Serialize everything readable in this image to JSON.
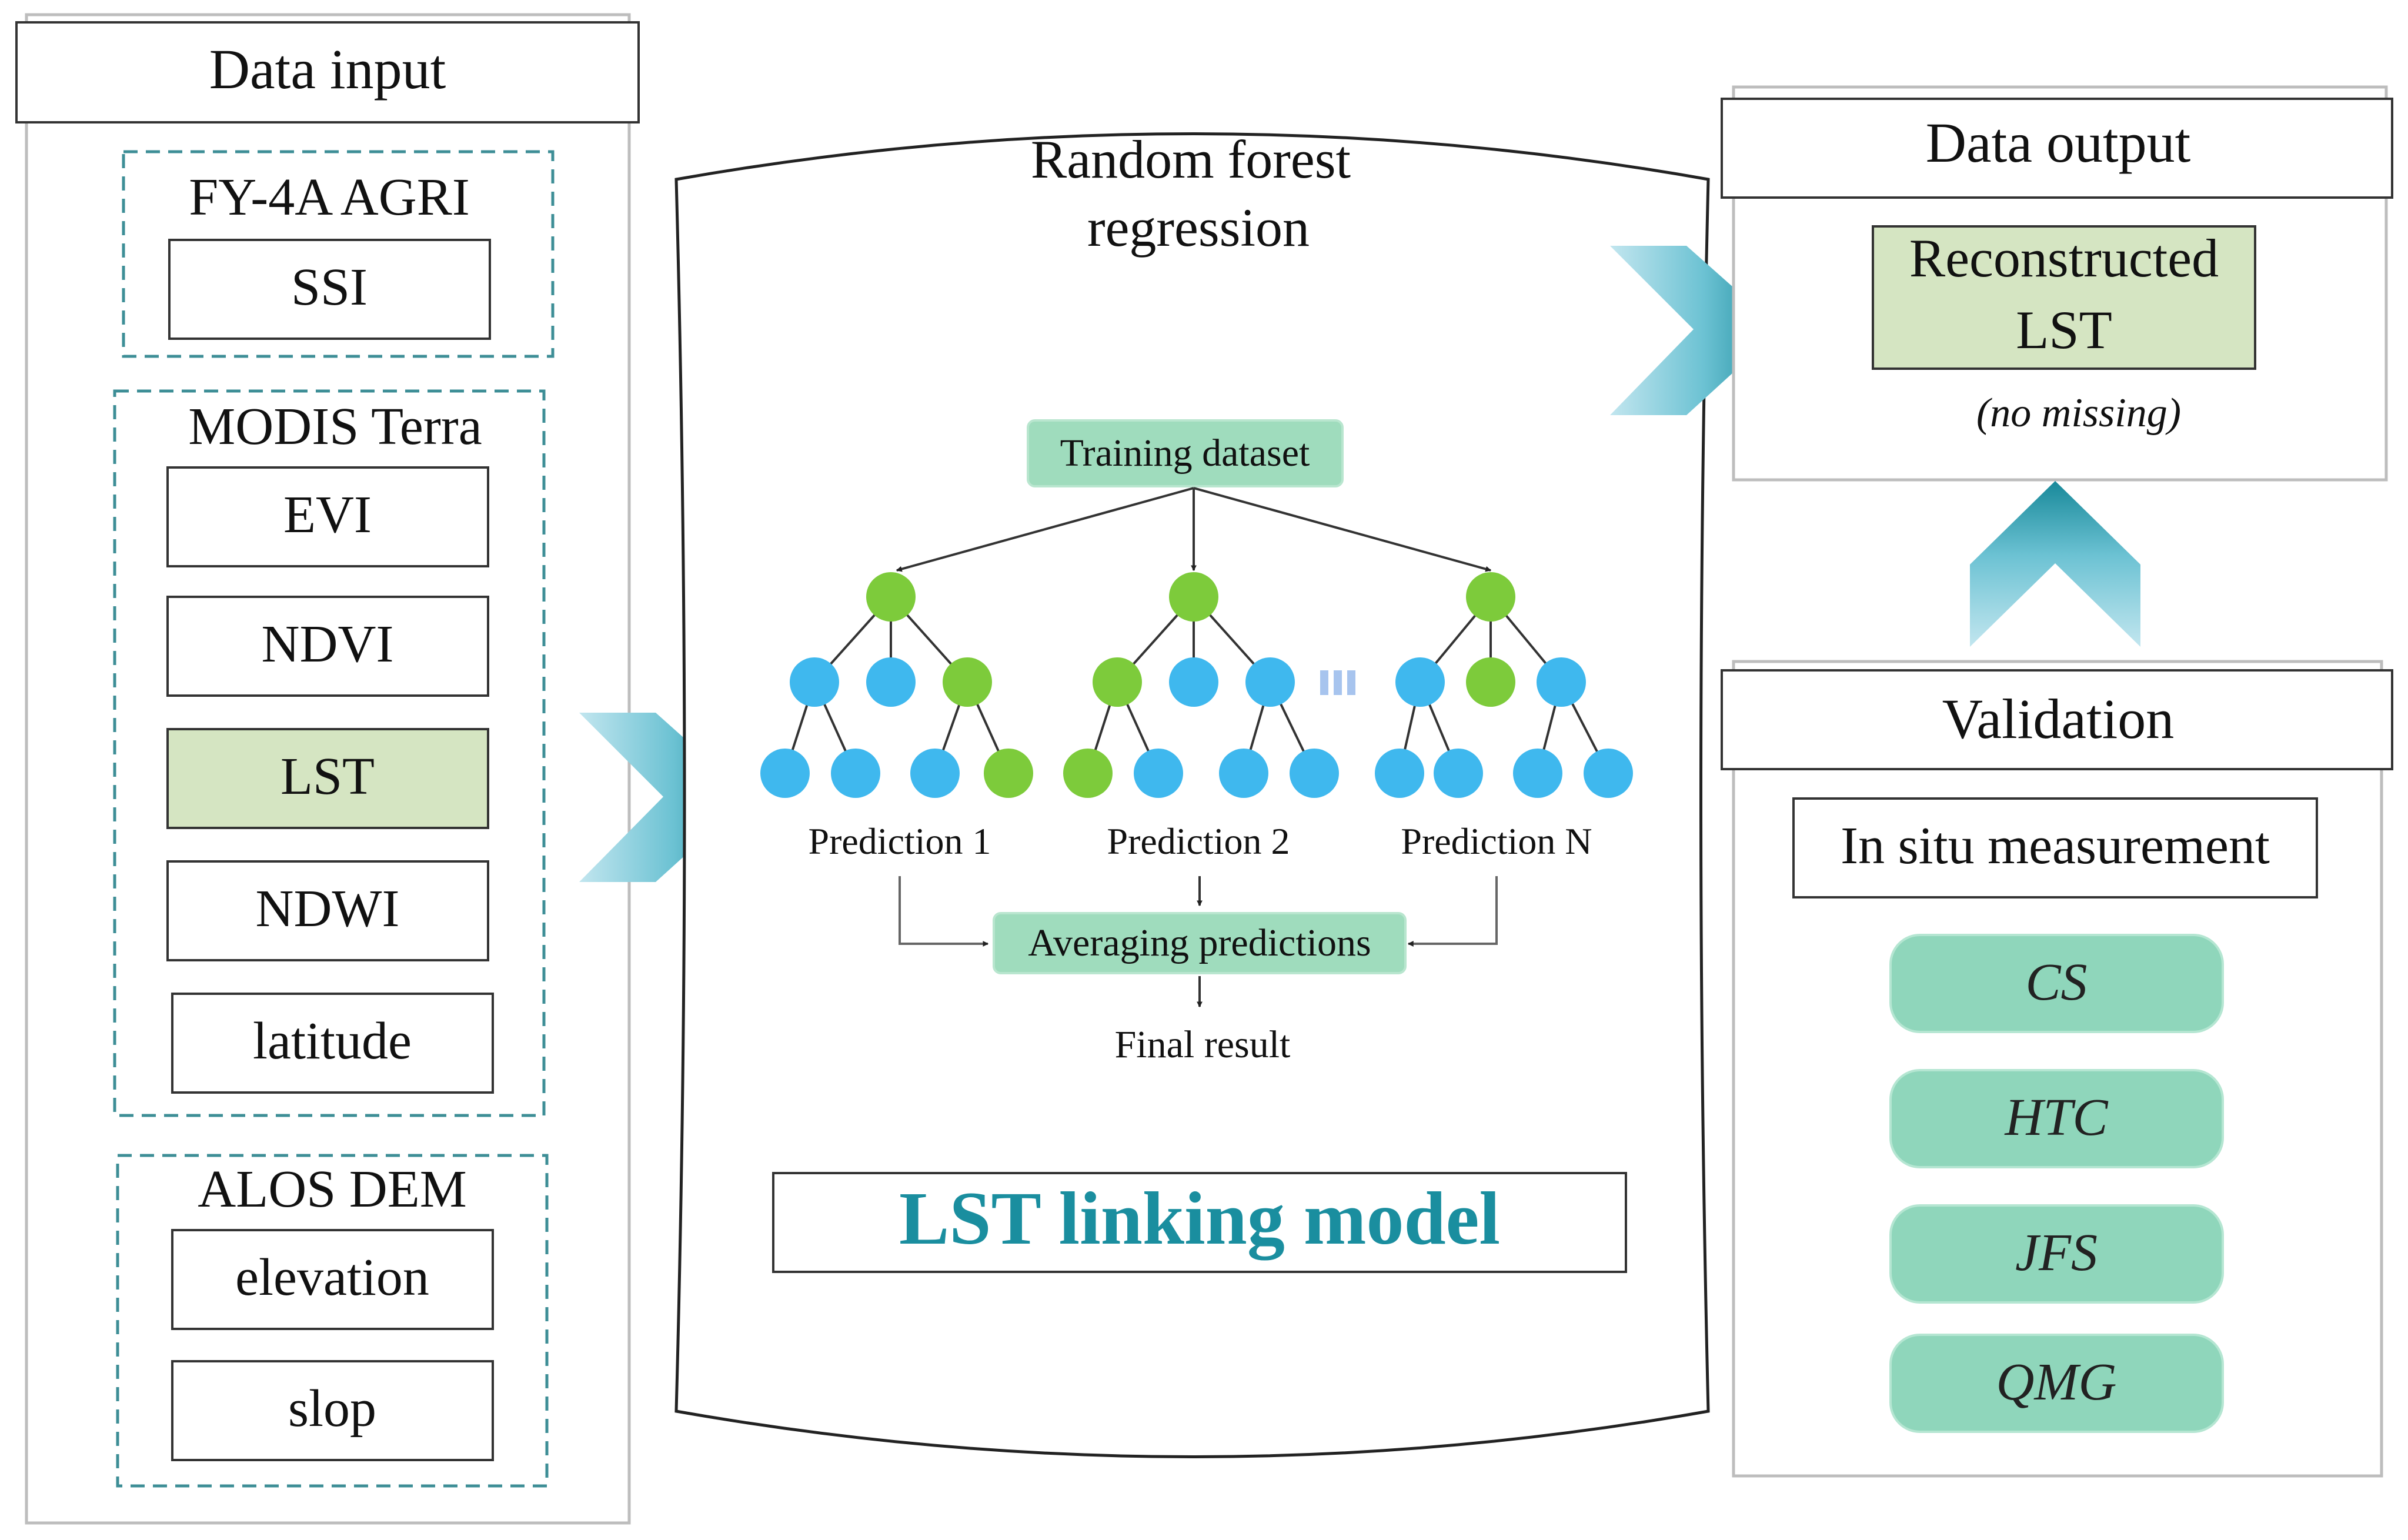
{
  "input": {
    "header": "Data input",
    "groups": [
      {
        "title": "FY-4A AGRI",
        "items": [
          "SSI"
        ]
      },
      {
        "title": "MODIS Terra",
        "items": [
          "EVI",
          "NDVI",
          "LST",
          "NDWI",
          "latitude"
        ]
      },
      {
        "title": "ALOS DEM",
        "items": [
          "elevation",
          "slop"
        ]
      }
    ]
  },
  "model": {
    "title_line1": "Random forest",
    "title_line2": "regression",
    "training_label": "Training dataset",
    "predictions": [
      "Prediction 1",
      "Prediction 2",
      "Prediction N"
    ],
    "averaging_label": "Averaging predictions",
    "final_label": "Final result",
    "model_name": "LST linking model"
  },
  "output": {
    "header": "Data output",
    "result_line1": "Reconstructed",
    "result_line2": "LST",
    "note": "(no missing)"
  },
  "validation": {
    "header": "Validation",
    "subtitle": "In situ measurement",
    "sites": [
      "CS",
      "HTC",
      "JFS",
      "QMG"
    ]
  },
  "colors": {
    "node_green": "#7dcb3b",
    "node_blue": "#3fb8ee",
    "label_green_fill": "#9fdcbd",
    "lst_fill": "#d5e5c2",
    "site_fill": "#8fd6bb",
    "model_text": "#1a8e9f",
    "dashed_border": "#3d8e96",
    "arrow_dark": "#18899a",
    "arrow_light": "#c2e6ef",
    "ellipsis": "#a7c4ee"
  },
  "icons": [
    "right-chevron-arrow",
    "up-chevron-arrow"
  ]
}
